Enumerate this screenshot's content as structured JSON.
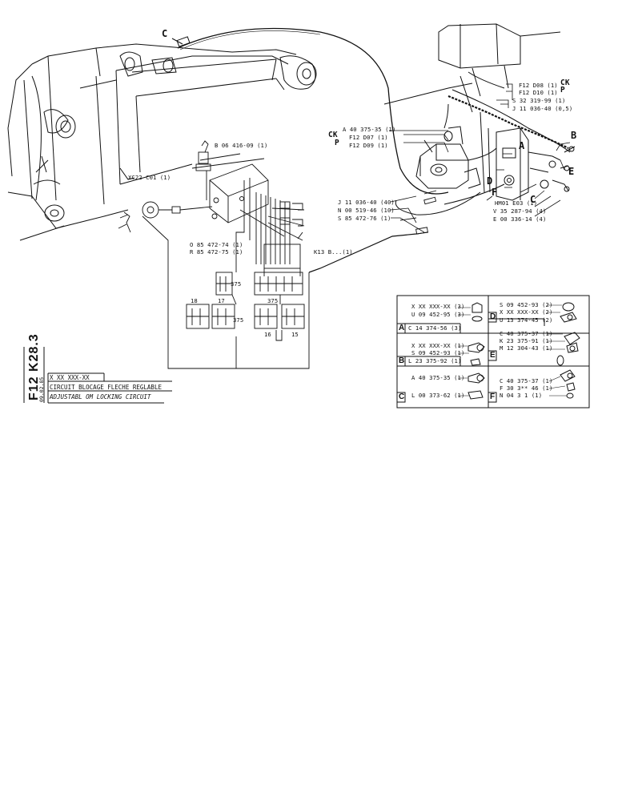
{
  "drawing_ref": "F12 K28.3",
  "drawing_ref_sub": "09.02.85",
  "title_block": {
    "part_code": "X XX XXX-XX",
    "title_fr": "CIRCUIT BLOCAGE FLECHE REGLABLE",
    "title_en": "ADJUSTABL    OM LOCKING CIRCUIT"
  },
  "callouts": {
    "c_top": "C",
    "b_right": "B",
    "e_right": "E",
    "a_mid": "A",
    "d_mid": "D",
    "f_mid": "F",
    "xc22": "XC22  C01 (1)",
    "b06": "B 06 416-09 (1)",
    "o85": "O 85 472-74 (1)",
    "r85": "R 85 472-75 (1)",
    "k13": "K13  B...(1)",
    "a40_top": "A 40 375-35 (1)",
    "ck_f12": "F12 D07 (1)",
    "ck_lbl": "CK",
    "p_f12": "F12 D09 (1)",
    "p_lbl": "P",
    "f12_d08": "F12 D08 (1)",
    "ck_right": "CK",
    "f12_d10": "F12 D10 (1)",
    "p_right": "P",
    "s32": "S 32 319-99 (1)",
    "j11_top": "J 11 036-40 (0,5)",
    "j11_mid": "J 11 036-40 (40)",
    "n00": "N 00 519-46 (10)",
    "s85": "S 85 472-76 (1)",
    "hm01": "HM01 E03 (1)",
    "hm01_c": "C",
    "v35": "V 35 287-94 (4)",
    "e00": "E 00 336-14 (4)",
    "bus_375_a": "375",
    "bus_375_b": "375",
    "bus_375_c": "375",
    "fuse_18": "18",
    "fuse_17": "17",
    "fuse_16": "16",
    "fuse_15": "15"
  },
  "legend_table": {
    "A": {
      "letter": "A",
      "lines": [
        "X XX XXX-XX (3)",
        "U 09 452-95 (3)"
      ],
      "sub": "C 14 374-56 (3)"
    },
    "B": {
      "letter": "B",
      "lines": [
        "X XX XXX-XX (1)",
        "S 09 452-93 (1)"
      ],
      "sub": "L 23 375-92 (1)"
    },
    "C": {
      "letter": "C",
      "lines": [
        "A 40 375-35 (1)",
        "L 00 373-62 (1)"
      ]
    },
    "D": {
      "letter": "D",
      "lines": [
        "S 09 452-93 (2)",
        "X XX XXX-XX (2)"
      ],
      "sub": "U 13 374-45 (2)"
    },
    "E": {
      "letter": "E",
      "lines": [
        "C 40 375-37 (1)",
        "K 23 375-91 (1)",
        "M 12 304-43 (1)"
      ]
    },
    "F": {
      "letter": "F",
      "lines": [
        "C 40 375-37 (1)",
        "F 30 3**  46 (1)",
        "N 04 3     1 (1)"
      ]
    }
  }
}
